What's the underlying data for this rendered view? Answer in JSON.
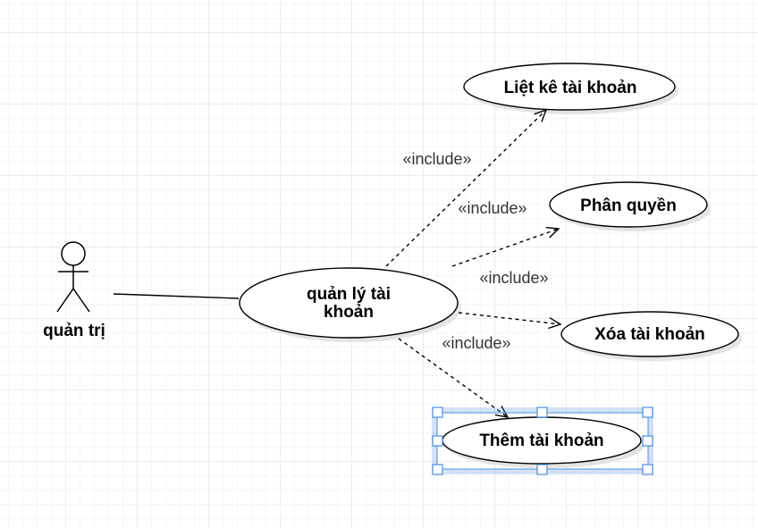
{
  "actor": {
    "name": "quản trị"
  },
  "use_cases": {
    "main": {
      "lines": [
        "quản lý tài",
        "khoản"
      ]
    },
    "list": {
      "label": "Liệt kê tài khoản"
    },
    "permission": {
      "label": "Phân quyền"
    },
    "delete": {
      "label": "Xóa tài khoản"
    },
    "add": {
      "label": "Thêm tài khoản"
    }
  },
  "relations": {
    "list": "«include»",
    "permission": "«include»",
    "delete": "«include»",
    "add": "«include»"
  },
  "colors": {
    "selection": "#4a90e2",
    "ink": "#000000"
  }
}
